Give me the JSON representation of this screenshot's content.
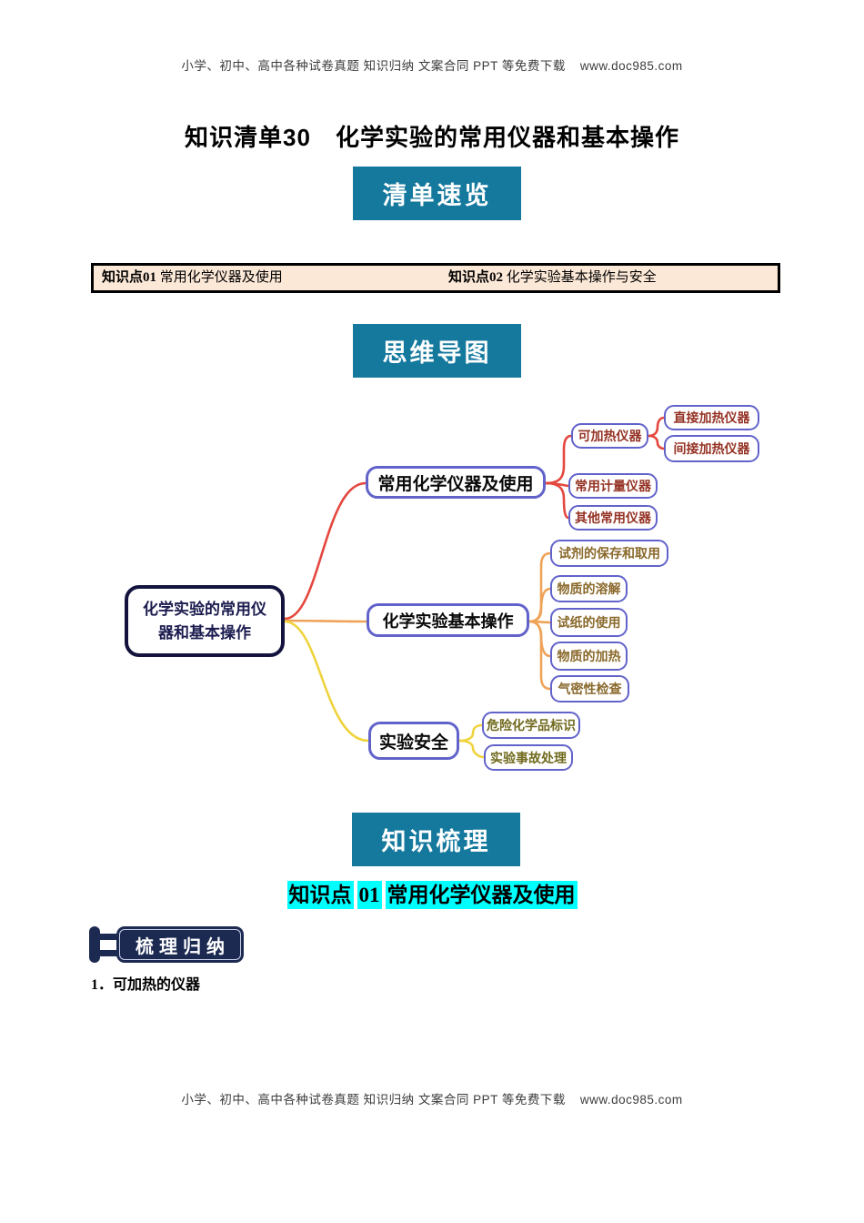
{
  "header": {
    "text": "小学、初中、高中各种试卷真题 知识归纳 文案合同 PPT 等免费下载",
    "url": "www.doc985.com"
  },
  "footer": {
    "text": "小学、初中、高中各种试卷真题 知识归纳 文案合同 PPT 等免费下载",
    "url": "www.doc985.com"
  },
  "title": "知识清单30　化学实验的常用仪器和基本操作",
  "banners": {
    "overview": "清单速览",
    "mindmap": "思维导图",
    "knowledge": "知识梳理"
  },
  "toc": {
    "items": [
      {
        "prefix": "知识点01",
        "title": "常用化学仪器及使用"
      },
      {
        "prefix": "知识点02",
        "title": "化学实验基本操作与安全"
      }
    ]
  },
  "mindmap": {
    "root": {
      "line1": "化学实验的常用仪",
      "line2": "器和基本操作"
    },
    "branches": [
      {
        "label": "常用化学仪器及使用",
        "children": [
          {
            "label": "可加热仪器",
            "children": [
              {
                "label": "直接加热仪器"
              },
              {
                "label": "间接加热仪器"
              }
            ]
          },
          {
            "label": "常用计量仪器"
          },
          {
            "label": "其他常用仪器"
          }
        ]
      },
      {
        "label": "化学实验基本操作",
        "children": [
          {
            "label": "试剂的保存和取用"
          },
          {
            "label": "物质的溶解"
          },
          {
            "label": "试纸的使用"
          },
          {
            "label": "物质的加热"
          },
          {
            "label": "气密性检查"
          }
        ]
      },
      {
        "label": "实验安全",
        "children": [
          {
            "label": "危险化学品标识"
          },
          {
            "label": "实验事故处理"
          }
        ]
      }
    ]
  },
  "section": {
    "kp_prefix": "知识点",
    "kp_num": "01",
    "kp_title": "常用化学仪器及使用",
    "badge": "梳理归纳",
    "item1": "1．可加热的仪器"
  },
  "colors": {
    "banner_teal": "#15799e",
    "toc_bg": "#fce8d7",
    "heading_highlight": "#00ffff",
    "branch_line_top": "#e4473e",
    "branch_line_mid": "#efa358",
    "branch_line_bottom": "#efd33e",
    "node_border_purple": "#6263ca",
    "leaf_text_top": "#953325",
    "leaf_text_mid": "#8a692b",
    "leaf_text_bottom": "#716a1e"
  }
}
